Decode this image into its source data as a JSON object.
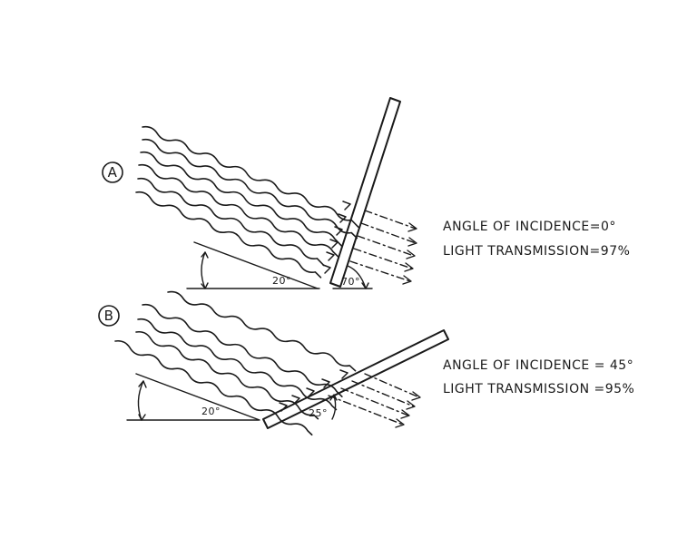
{
  "panels": [
    {
      "id": "A",
      "marker": "A",
      "angle_base": "20°",
      "angle_panel": "70°",
      "incidence_text": "ANGLE OF INCIDENCE=0°",
      "transmission_text": "LIGHT TRANSMISSION=97%"
    },
    {
      "id": "B",
      "marker": "B",
      "angle_base": "20°",
      "angle_panel": "25°",
      "incidence_text": "ANGLE OF INCIDENCE = 45°",
      "transmission_text": "LIGHT TRANSMISSION =95%"
    }
  ]
}
